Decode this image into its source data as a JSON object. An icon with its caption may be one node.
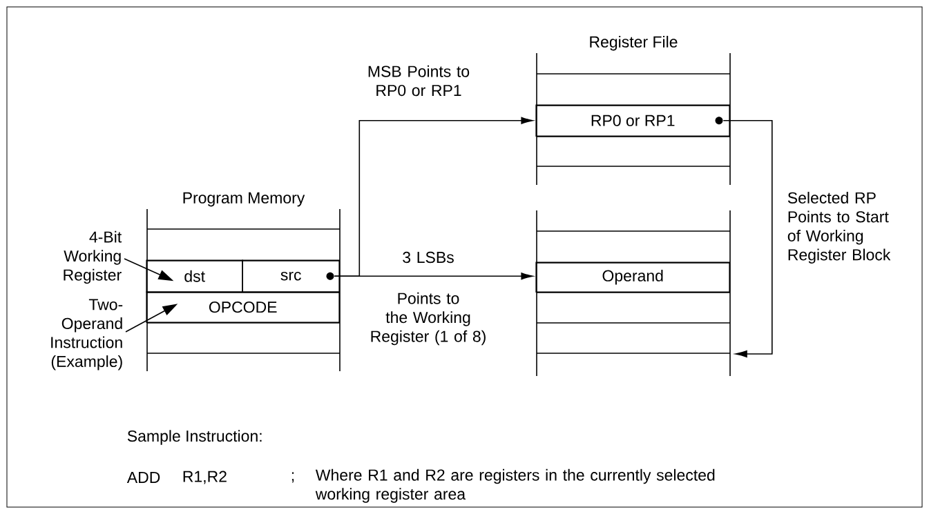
{
  "diagram": {
    "nodes": [
      {
        "text": [
          "Program Memory"
        ]
      },
      {
        "text": [
          "dst"
        ],
        "in": 0
      },
      {
        "text": [
          "src"
        ],
        "in": 0
      },
      {
        "text": [
          "OPCODE"
        ],
        "in": 0
      },
      {
        "text": [
          "Register File"
        ]
      },
      {
        "text": [
          "RP0 or RP1"
        ],
        "in": 4
      },
      {
        "text": [],
        "shape": "box"
      },
      {
        "text": [
          "Operand"
        ],
        "in": 6
      },
      {
        "text": [
          "4-Bit Working Register"
        ]
      },
      {
        "text": [
          "Two-Operand Instruction (Example)"
        ]
      },
      {
        "text": [],
        "shape": "circle",
        "in": 2
      },
      {
        "text": [],
        "shape": "circle",
        "in": 5
      }
    ],
    "edges": [
      {
        "from": 10,
        "to": 5,
        "arrow": "to",
        "label": "MSB Points to RP0 or RP1"
      },
      {
        "from": 10,
        "to": 7,
        "arrow": "to",
        "label": "3 LSBs"
      },
      {
        "from": 11,
        "to": 6,
        "arrow": "to",
        "label": "Selected RP Points to Start of Working Register Block"
      },
      {
        "from": 8,
        "to": 1,
        "arrow": "to"
      },
      {
        "from": 9,
        "to": 3,
        "arrow": "to"
      }
    ],
    "labels": [
      "Points to the Working Register (1 of 8)",
      "Sample Instruction:",
      "ADD",
      "R1,R2",
      ";",
      "Where R1 and R2 are registers in the currently selected working register area"
    ]
  }
}
